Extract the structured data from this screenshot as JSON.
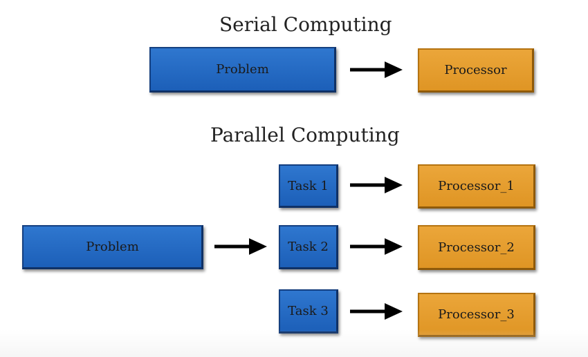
{
  "serial": {
    "title": "Serial Computing",
    "problem_label": "Problem",
    "processor_label": "Processor"
  },
  "parallel": {
    "title": "Parallel Computing",
    "problem_label": "Problem",
    "tasks": [
      "Task 1",
      "Task 2",
      "Task 3"
    ],
    "processors": [
      "Processor_1",
      "Processor_2",
      "Processor_3"
    ]
  },
  "colors": {
    "problem_box": "#1f64c0",
    "processor_box": "#e29c2e",
    "arrow": "#000000"
  }
}
